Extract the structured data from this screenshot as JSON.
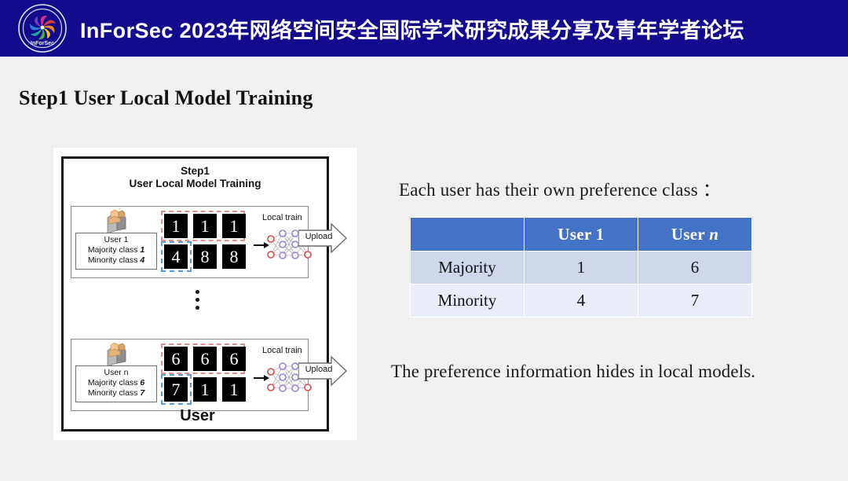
{
  "header": {
    "logo_name": "inforsec-logo",
    "logo_caption": "InForSec",
    "title": "InForSec 2023年网络空间安全国际学术研究成果分享及青年学者论坛",
    "bar_color": "#130a8e",
    "title_color": "#ffffff"
  },
  "slide": {
    "heading": "Step1 User Local Model Training",
    "background_color": "#f0f0f0"
  },
  "figure": {
    "title_line1": "Step1",
    "title_line2": "User Local Model Training",
    "caption": "User",
    "ellipsis_dots": 3,
    "majority_box_color": "#e08d8d",
    "minority_box_color": "#5b9bd5",
    "blocks": [
      {
        "user_label": "User 1",
        "majority_label": "Majority class",
        "majority_value": "1",
        "minority_label": "Minority class",
        "minority_value": "4",
        "majority_digits": [
          "1",
          "1",
          "1"
        ],
        "minority_digits": [
          "4",
          "8",
          "8"
        ],
        "train_label": "Local train",
        "upload_label": "Upload"
      },
      {
        "user_label": "User n",
        "majority_label": "Majority class",
        "majority_value": "6",
        "minority_label": "Minority class",
        "minority_value": "7",
        "majority_digits": [
          "6",
          "6",
          "6"
        ],
        "minority_digits": [
          "7",
          "1",
          "1"
        ],
        "train_label": "Local train",
        "upload_label": "Upload"
      }
    ]
  },
  "right": {
    "lead_text": "Each user has their own preference class ：",
    "tail_text": "The preference information hides in local models.",
    "table": {
      "corner_header": "",
      "columns": [
        "User 1",
        "User n"
      ],
      "column_italic_suffix": [
        "",
        "n"
      ],
      "rows": [
        {
          "label": "Majority",
          "values": [
            "1",
            "6"
          ]
        },
        {
          "label": "Minority",
          "values": [
            "4",
            "7"
          ]
        }
      ],
      "header_color": "#4472c4",
      "row1_color": "#cfd7ea",
      "row2_color": "#e9edf7"
    }
  }
}
